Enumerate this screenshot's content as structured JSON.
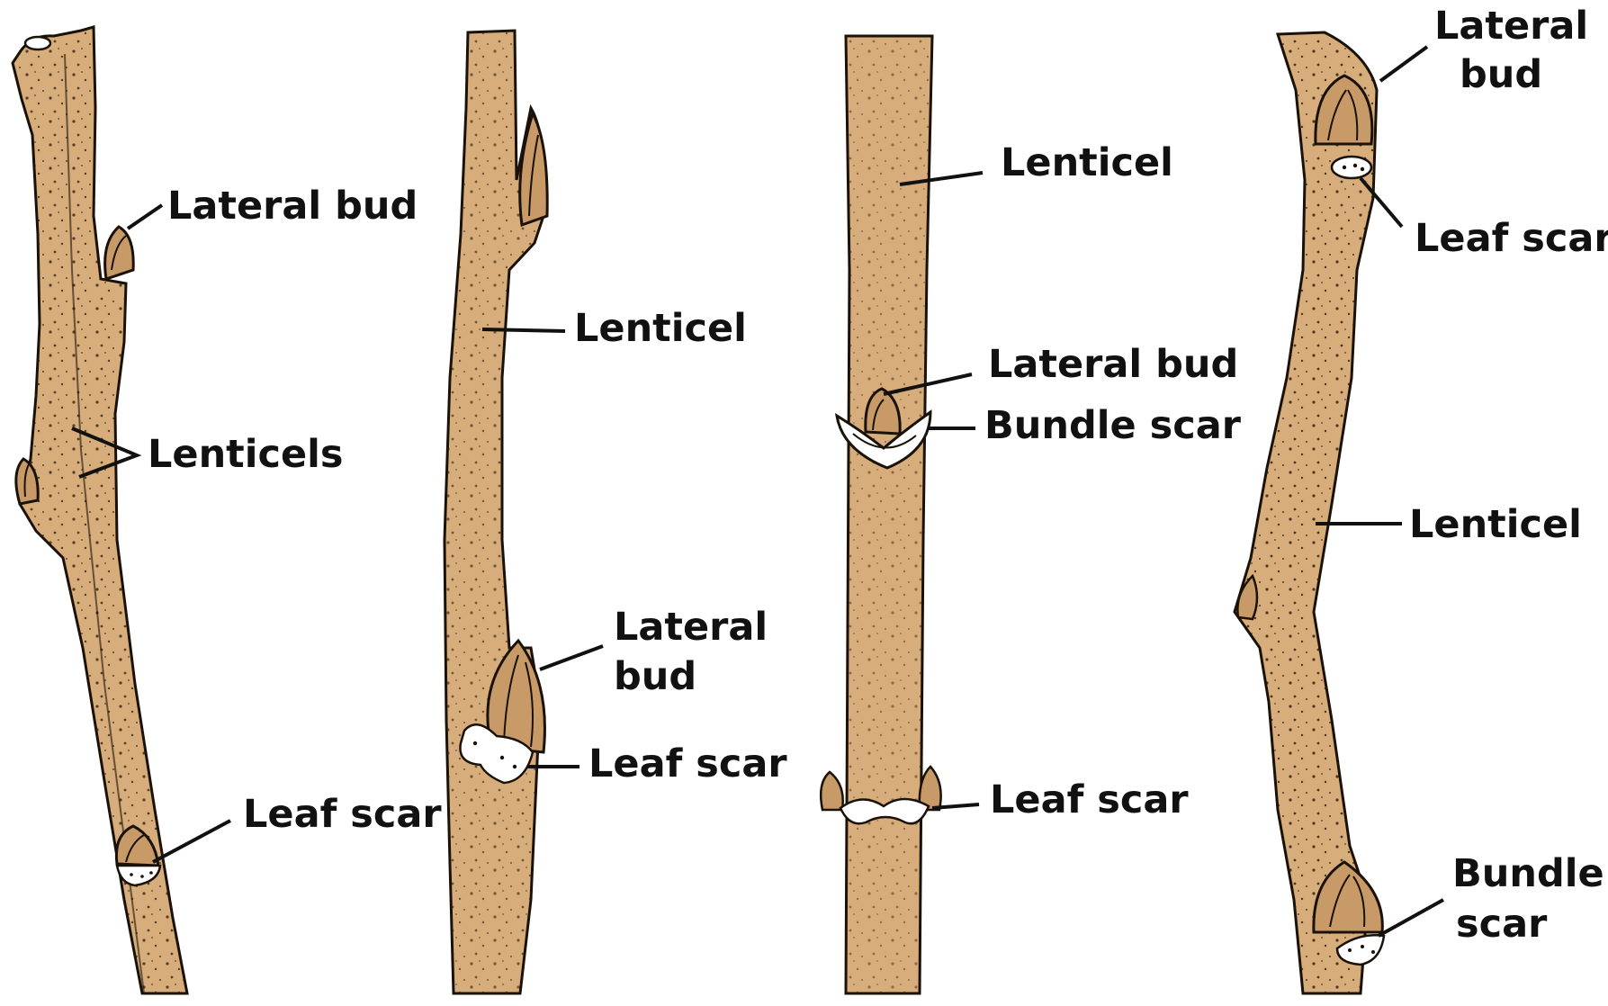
{
  "colors": {
    "bark": "#d7ad7b",
    "outline": "#1a1208",
    "scar": "#ffffff",
    "text": "#111111"
  },
  "twigs": [
    {
      "name": "twig-1",
      "labels": {
        "lateral_bud": "Lateral bud",
        "lenticels": "Lenticels",
        "leaf_scar": "Leaf scar"
      }
    },
    {
      "name": "twig-2",
      "labels": {
        "lenticel": "Lenticel",
        "lateral_bud_line1": "Lateral",
        "lateral_bud_line2": "bud",
        "leaf_scar": "Leaf scar"
      }
    },
    {
      "name": "twig-3",
      "labels": {
        "lenticel": "Lenticel",
        "lateral_bud": "Lateral bud",
        "bundle_scar": "Bundle scar",
        "leaf_scar": "Leaf scar"
      }
    },
    {
      "name": "twig-4",
      "labels": {
        "lateral_bud_line1": "Lateral",
        "lateral_bud_line2": "bud",
        "leaf_scar": "Leaf scar",
        "lenticel": "Lenticel",
        "bundle_scar_line1": "Bundle",
        "bundle_scar_line2": "scar"
      }
    }
  ]
}
